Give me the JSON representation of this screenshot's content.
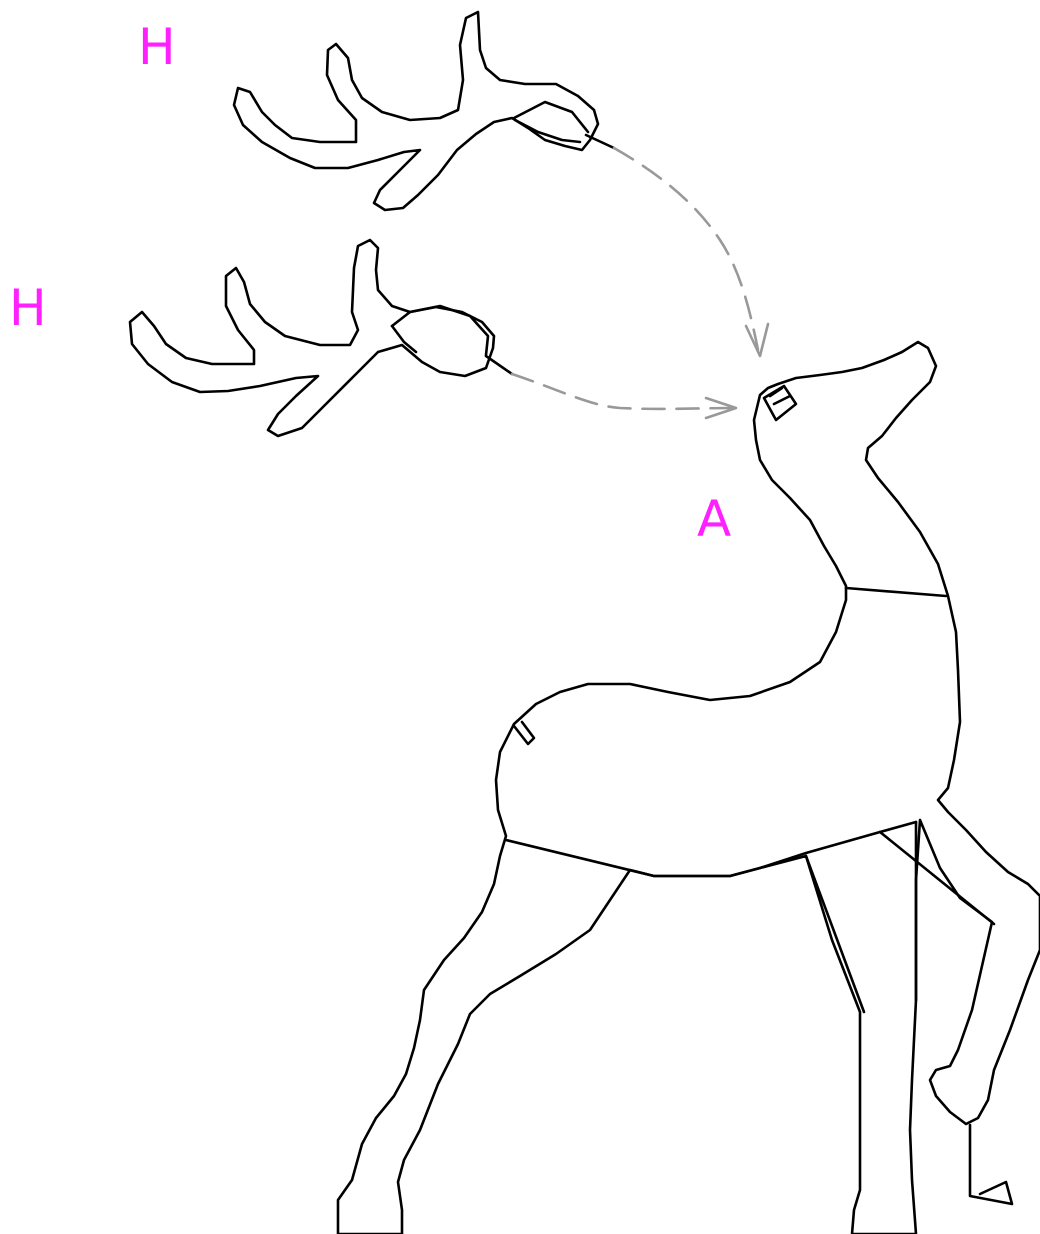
{
  "labels": {
    "antler_top": "H",
    "antler_bottom": "H",
    "body": "A"
  },
  "colors": {
    "label": "#ff1fff",
    "arrow": "#999999",
    "outline": "#000000"
  }
}
